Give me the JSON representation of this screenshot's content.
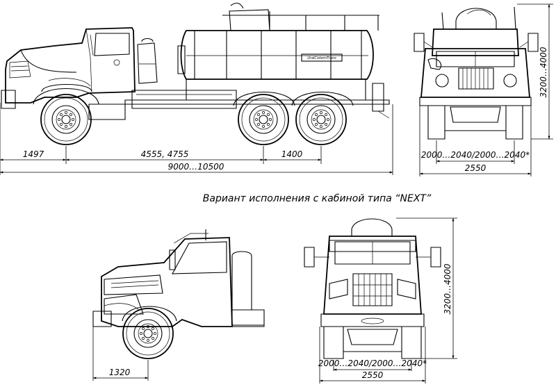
{
  "caption": "Вариант исполнения с кабиной типа “NEXT”",
  "plate_text": "UralCisternTrans",
  "top_side": {
    "dim_front_overhang": "1497",
    "dim_wheelbase": "4555, 4755",
    "dim_rear_axles": "1400",
    "dim_overall_length": "9000…10500"
  },
  "top_front": {
    "dim_height": "3200…4000",
    "dim_track": "2000…2040/2000…2040*",
    "dim_width": "2550"
  },
  "next_side": {
    "dim_front_overhang": "1320"
  },
  "next_front": {
    "dim_height": "3200…4000",
    "dim_track": "2000…2040/2000…2040*",
    "dim_width": "2550"
  }
}
